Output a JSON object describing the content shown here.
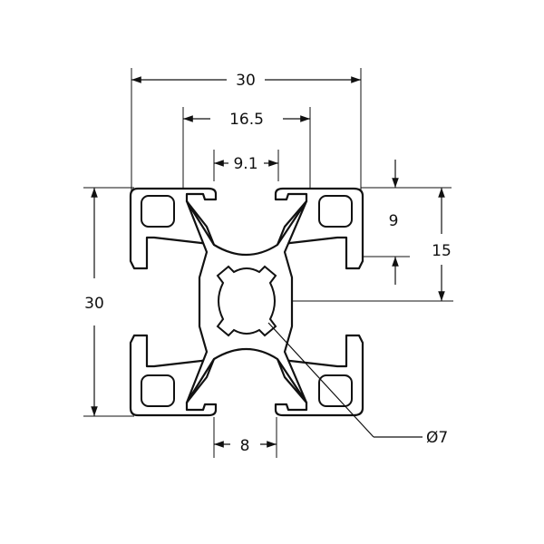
{
  "dimensions": {
    "overall_width": "30",
    "slot_outer": "16.5",
    "slot_opening": "9.1",
    "depth": "9",
    "half_height": "15",
    "overall_height": "30",
    "web_width": "8",
    "bore_diameter": "Ø7"
  },
  "colors": {
    "ink": "#111111",
    "background": "#ffffff"
  }
}
